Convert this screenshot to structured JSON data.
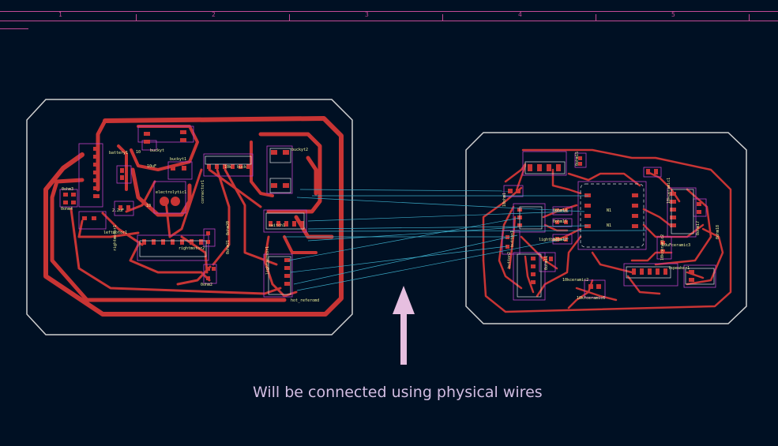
{
  "ruler": {
    "zones": [
      "1",
      "2",
      "3",
      "4",
      "5"
    ]
  },
  "annotation": {
    "text": "Will be connected using physical wires"
  },
  "colors": {
    "background": "#001023",
    "trace": "#c83434",
    "edge": "#d0d0d0",
    "ratsnest": "#3aa8c4",
    "courtyard": "#c040c0",
    "silkscreen": "#f2f29a",
    "arrow": "#e6bfe0"
  },
  "board_left": {
    "labels": [
      "0ohm3",
      "0ohm4",
      "battery1",
      "10",
      "buckyt",
      "10",
      "2.2uF",
      "electrolytic1",
      "connector1",
      "10k",
      "buckyt1",
      "buck",
      "10uF",
      "switch1",
      "buckyt2",
      "leftmotor1",
      "rightmotor1",
      "rightmotor2",
      "0ohm20",
      "0ohm21",
      "0ohm2",
      "lightsensor1",
      "hot_referomd"
    ]
  },
  "board_right": {
    "labels": [
      "0ohm15",
      "10ohm1",
      "10kceramic1",
      "N1",
      "N1",
      "0ohm14",
      "0ohm17",
      "0ohm18",
      "button1",
      "button2",
      "lightbaft",
      "10uFceramic3",
      "0ohm16",
      "0ohm12",
      "10kceramic2",
      "10kceramic2",
      "10kfceramic6",
      "tspeaker1",
      "0ohm11"
    ]
  }
}
